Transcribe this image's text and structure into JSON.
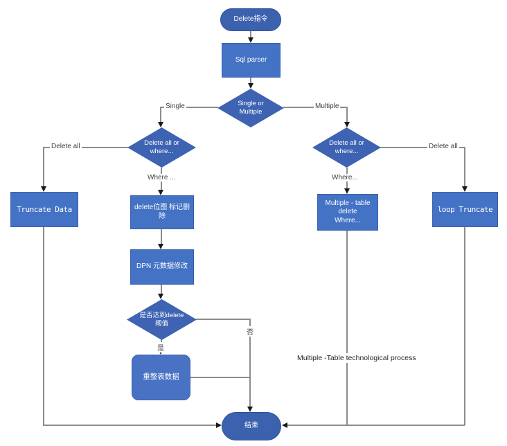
{
  "nodes": {
    "start": {
      "label": "Delete指令",
      "shape": "stadium"
    },
    "sql_parser": {
      "label": "Sql parser",
      "shape": "rect"
    },
    "single_or_multiple": {
      "label": "Single or\nMultiple",
      "shape": "diamond"
    },
    "delete_all_or_where_left": {
      "label": "Delete all  or\nwhere...",
      "shape": "diamond"
    },
    "delete_all_or_where_right": {
      "label": "Delete all  or\nwhere...",
      "shape": "diamond"
    },
    "truncate_data": {
      "label": "Truncate Data",
      "shape": "rect"
    },
    "delete_bitmap": {
      "label": "delete位图 标记删\n除",
      "shape": "rect"
    },
    "dpn_metadata": {
      "label": "DPN 元数据修改",
      "shape": "rect"
    },
    "delete_threshold": {
      "label": "是否达到delete\n阈值",
      "shape": "diamond"
    },
    "reorganize_table": {
      "label": "重整表数据",
      "shape": "rounded"
    },
    "multi_table_delete": {
      "label": "Multiple - table\ndelete\nWhere...",
      "shape": "rect"
    },
    "loop_truncate": {
      "label": "loop Truncate",
      "shape": "rect"
    },
    "end": {
      "label": "结束",
      "shape": "stadium"
    }
  },
  "edge_labels": {
    "single": "Single",
    "multiple": "Multiple",
    "delete_all_left": "Delete all",
    "where_left": "Where ...",
    "delete_all_right": "Delete all",
    "where_right": "Where...",
    "yes": "是",
    "no": "否"
  },
  "annotations": {
    "process_note": "Multiple -Table technological process"
  },
  "colors": {
    "rect_fill": "#4472c4",
    "diamond_fill": "#3e63b2",
    "stadium_fill": "#3c61ae",
    "connector": "#8c8c8c",
    "arrow": "#1a1a1a",
    "text": "#ffffff"
  }
}
